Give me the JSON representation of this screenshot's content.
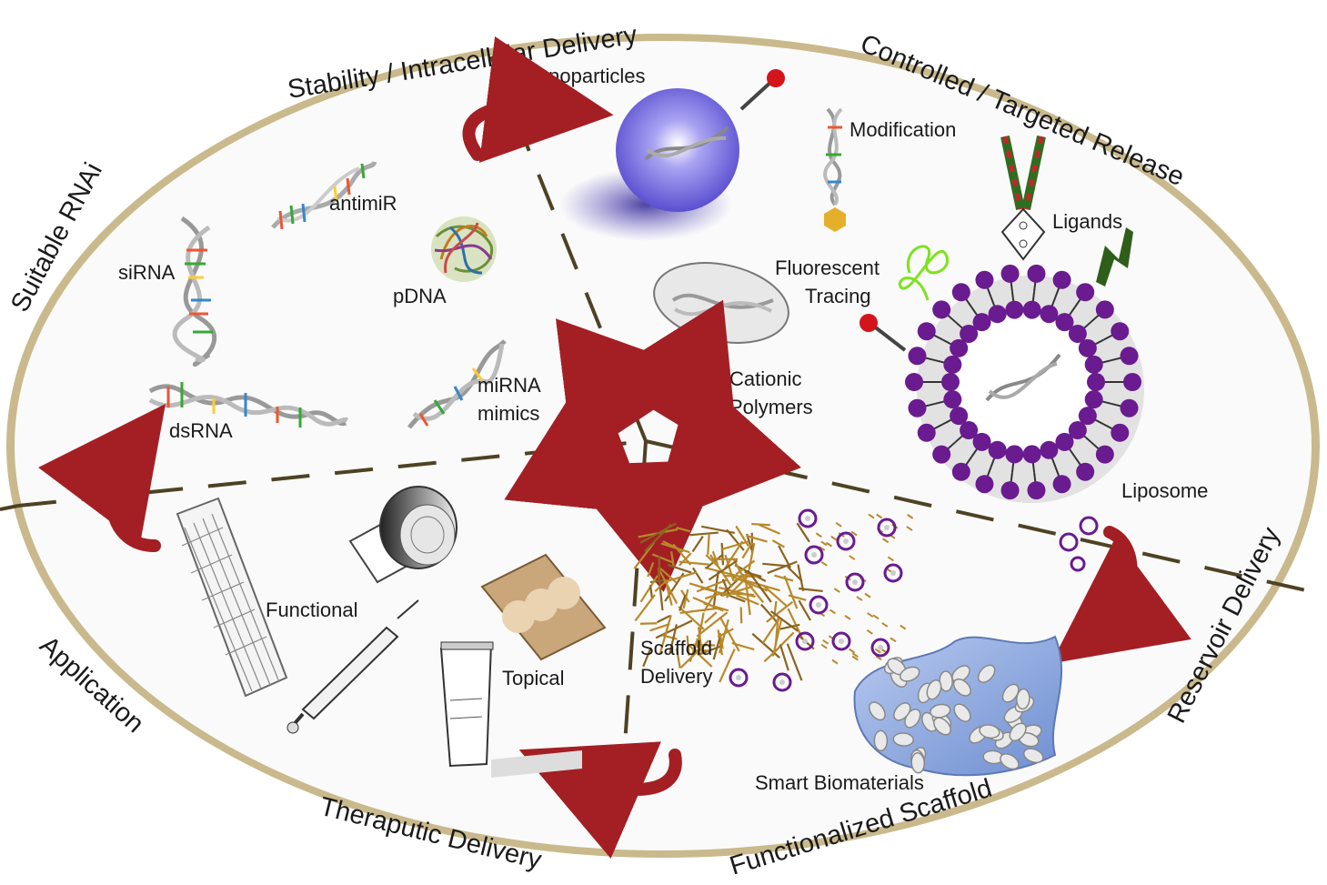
{
  "ring_labels": {
    "suitable_rnai": "Suitable RNAi",
    "stability": "Stability / Intracellular Delivery",
    "controlled": "Controlled / Targeted Release",
    "reservoir": "Reservoir Delivery",
    "functionalized": "Functionalized Scaffold",
    "theraputic": "Theraputic Delivery",
    "application": "Application"
  },
  "rnai_labels": {
    "sirna": "siRNA",
    "antimir": "antimiR",
    "pdna": "pDNA",
    "dsrna": "dsRNA",
    "mirna_1": "miRNA",
    "mirna_2": "mimics"
  },
  "delivery_labels": {
    "nanoparticles": "Nanoparticles",
    "modification": "Modification",
    "ligands": "Ligands",
    "fluorescent_1": "Fluorescent",
    "fluorescent_2": "Tracing",
    "cationic_1": "Cationic",
    "cationic_2": "Polymers",
    "liposome": "Liposome"
  },
  "application_labels": {
    "functional": "Functional",
    "topical": "Topical",
    "scaffold_1": "Scaffold",
    "scaffold_2": "Delivery",
    "smart": "Smart  Biomaterials"
  },
  "colors": {
    "ellipse_border": "#6b5a2e",
    "arrow_red": "#a31f24",
    "liposome_purple": "#6a1b8f",
    "nanoparticle_blue": "#6b63d8",
    "ligand_green": "#2e5e1a",
    "tracer_green": "#7ee21f",
    "pin_red": "#d4141b"
  }
}
